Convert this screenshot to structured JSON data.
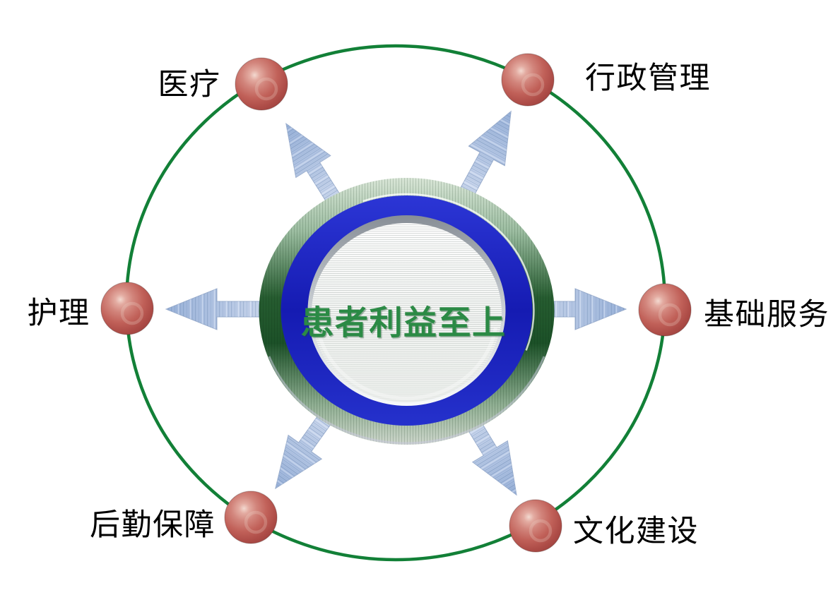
{
  "center": {
    "label": "患者利益至上"
  },
  "nodes": [
    {
      "id": "medical",
      "label": "医疗",
      "position": "top-left"
    },
    {
      "id": "administration",
      "label": "行政管理",
      "position": "top-right"
    },
    {
      "id": "nursing",
      "label": "护理",
      "position": "left"
    },
    {
      "id": "basic-services",
      "label": "基础服务",
      "position": "right"
    },
    {
      "id": "logistics",
      "label": "后勤保障",
      "position": "bottom-left"
    },
    {
      "id": "culture",
      "label": "文化建设",
      "position": "bottom-right"
    }
  ],
  "colors": {
    "orbit_green": "#128037",
    "sphere_red": "#c16159",
    "arrow_blue": "#c9d6ed",
    "ring_blue": "#1d26c4",
    "ring_green": "#1c5128",
    "center_text_green": "#2b8a45",
    "label_text": "#000000",
    "background": "#ffffff"
  }
}
